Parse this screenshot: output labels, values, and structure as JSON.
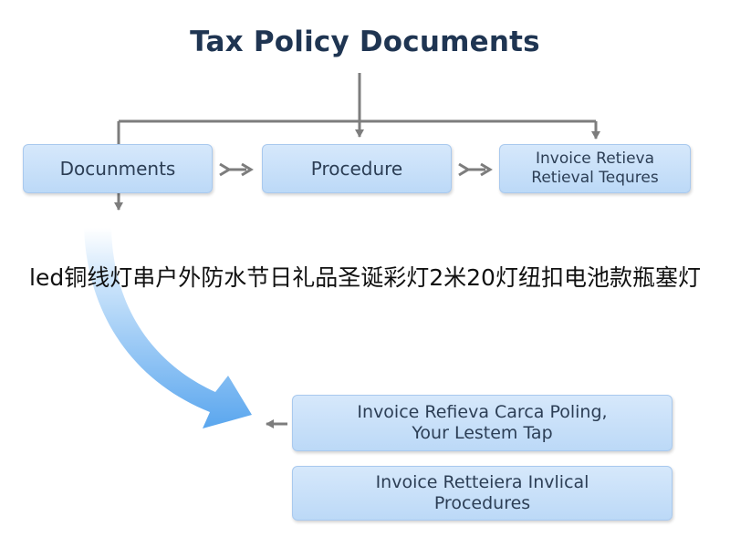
{
  "diagram": {
    "title": "Tax Policy Documents",
    "top_row": [
      {
        "label": "Docunments"
      },
      {
        "label": "Procedure"
      },
      {
        "label": "Invoice Retieva\nRetieval Tequres"
      }
    ],
    "bottom_boxes": [
      {
        "label": "Invoice Refieva Carca Poling,\nYour Lestem Tap"
      },
      {
        "label": "Invoice Retteiera Invlical\nProcedures"
      }
    ]
  },
  "overlay_text": "led铜线灯串户外防水节日礼品圣诞彩灯2米20灯纽扣电池款瓶塞灯",
  "colors": {
    "title": "#1f3552",
    "box_fill": "#c9e0f9",
    "box_border": "#a9c9ee",
    "connector": "#7d7d7d",
    "big_arrow": "#6fb1f0"
  }
}
